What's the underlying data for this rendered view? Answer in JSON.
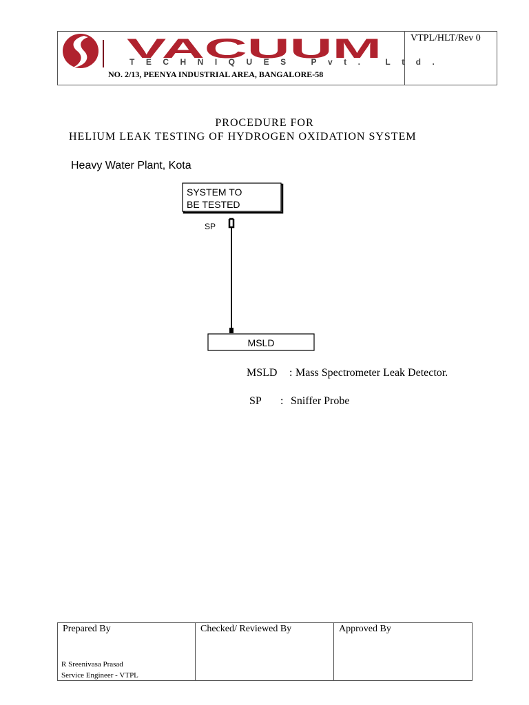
{
  "header": {
    "company_name": "VACUUM",
    "company_sub": "TECHNIQUES Pvt. Ltd.",
    "address": "NO. 2/13, PEENYA INDUSTRIAL AREA, BANGALORE-58",
    "doc_ref": "VTPL/HLT/Rev 0",
    "brand_color": "#b0222e"
  },
  "title": {
    "line1": "PROCEDURE FOR",
    "line2": "HELIUM LEAK TESTING OF HYDROGEN OXIDATION SYSTEM"
  },
  "plant": "Heavy Water Plant, Kota",
  "diagram": {
    "top_node": {
      "line1": "SYSTEM TO",
      "line2": "BE TESTED"
    },
    "probe_label": "SP",
    "bottom_node": "MSLD"
  },
  "legend": [
    {
      "term": "MSLD",
      "colon": ":",
      "desc": "Mass Spectrometer Leak Detector."
    },
    {
      "term": "SP",
      "colon": ":",
      "desc": "Sniffer Probe"
    }
  ],
  "footer": {
    "prepared_by_label": "Prepared By",
    "checked_label": "Checked/ Reviewed By",
    "approved_label": "Approved By",
    "prepared_name": "R Sreenivasa Prasad",
    "prepared_role": "Service Engineer - VTPL"
  }
}
